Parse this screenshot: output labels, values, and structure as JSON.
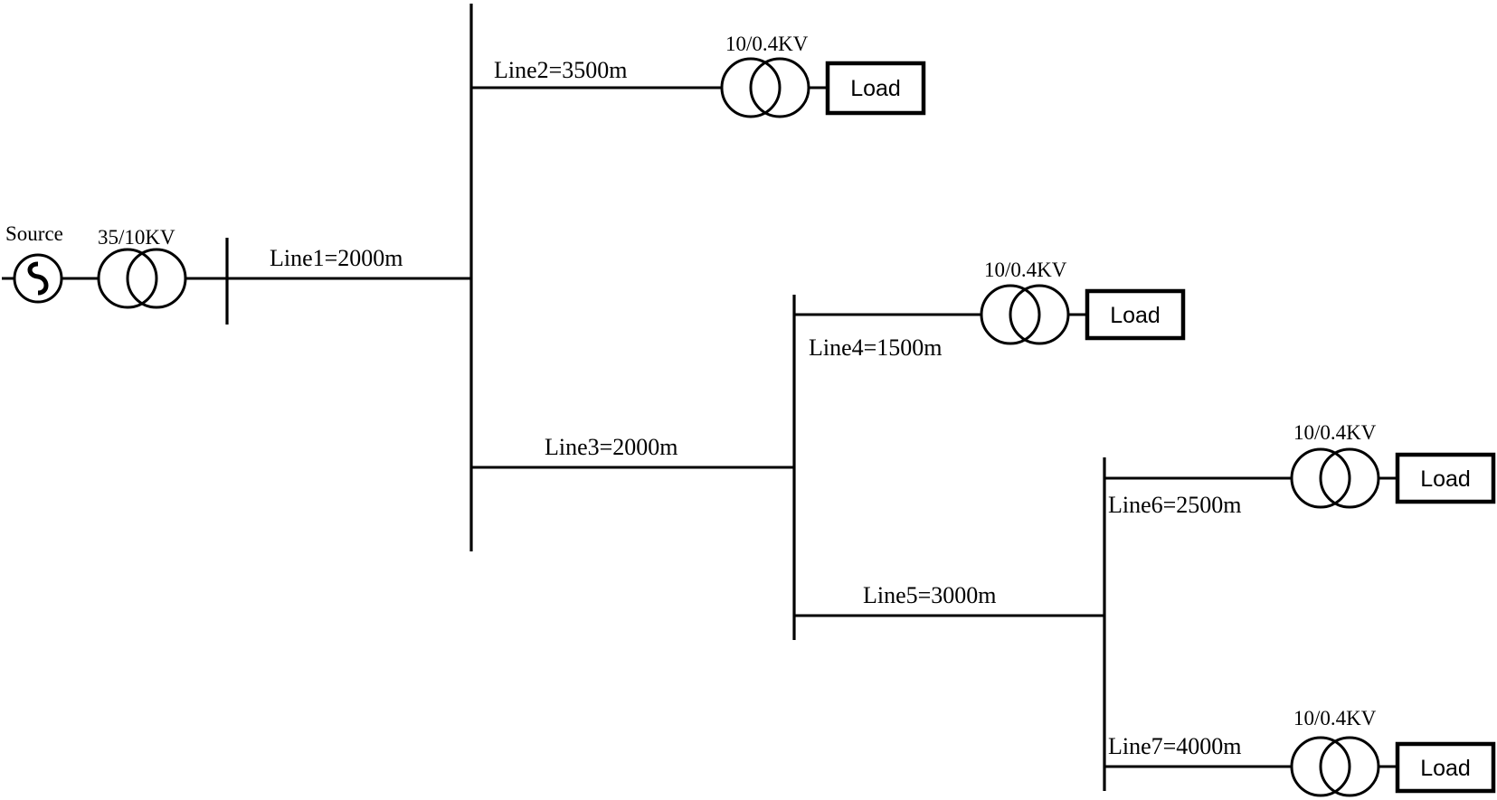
{
  "source": {
    "label": "Source",
    "icon": "ac-source-icon"
  },
  "main_transformer": {
    "rating": "35/10KV"
  },
  "lines": {
    "line1": "Line1=2000m",
    "line2": "Line2=3500m",
    "line3": "Line3=2000m",
    "line4": "Line4=1500m",
    "line5": "Line5=3000m",
    "line6": "Line6=2500m",
    "line7": "Line7=4000m"
  },
  "branches": [
    {
      "transformer": "10/0.4KV",
      "load": "Load"
    },
    {
      "transformer": "10/0.4KV",
      "load": "Load"
    },
    {
      "transformer": "10/0.4KV",
      "load": "Load"
    },
    {
      "transformer": "10/0.4KV",
      "load": "Load"
    }
  ]
}
